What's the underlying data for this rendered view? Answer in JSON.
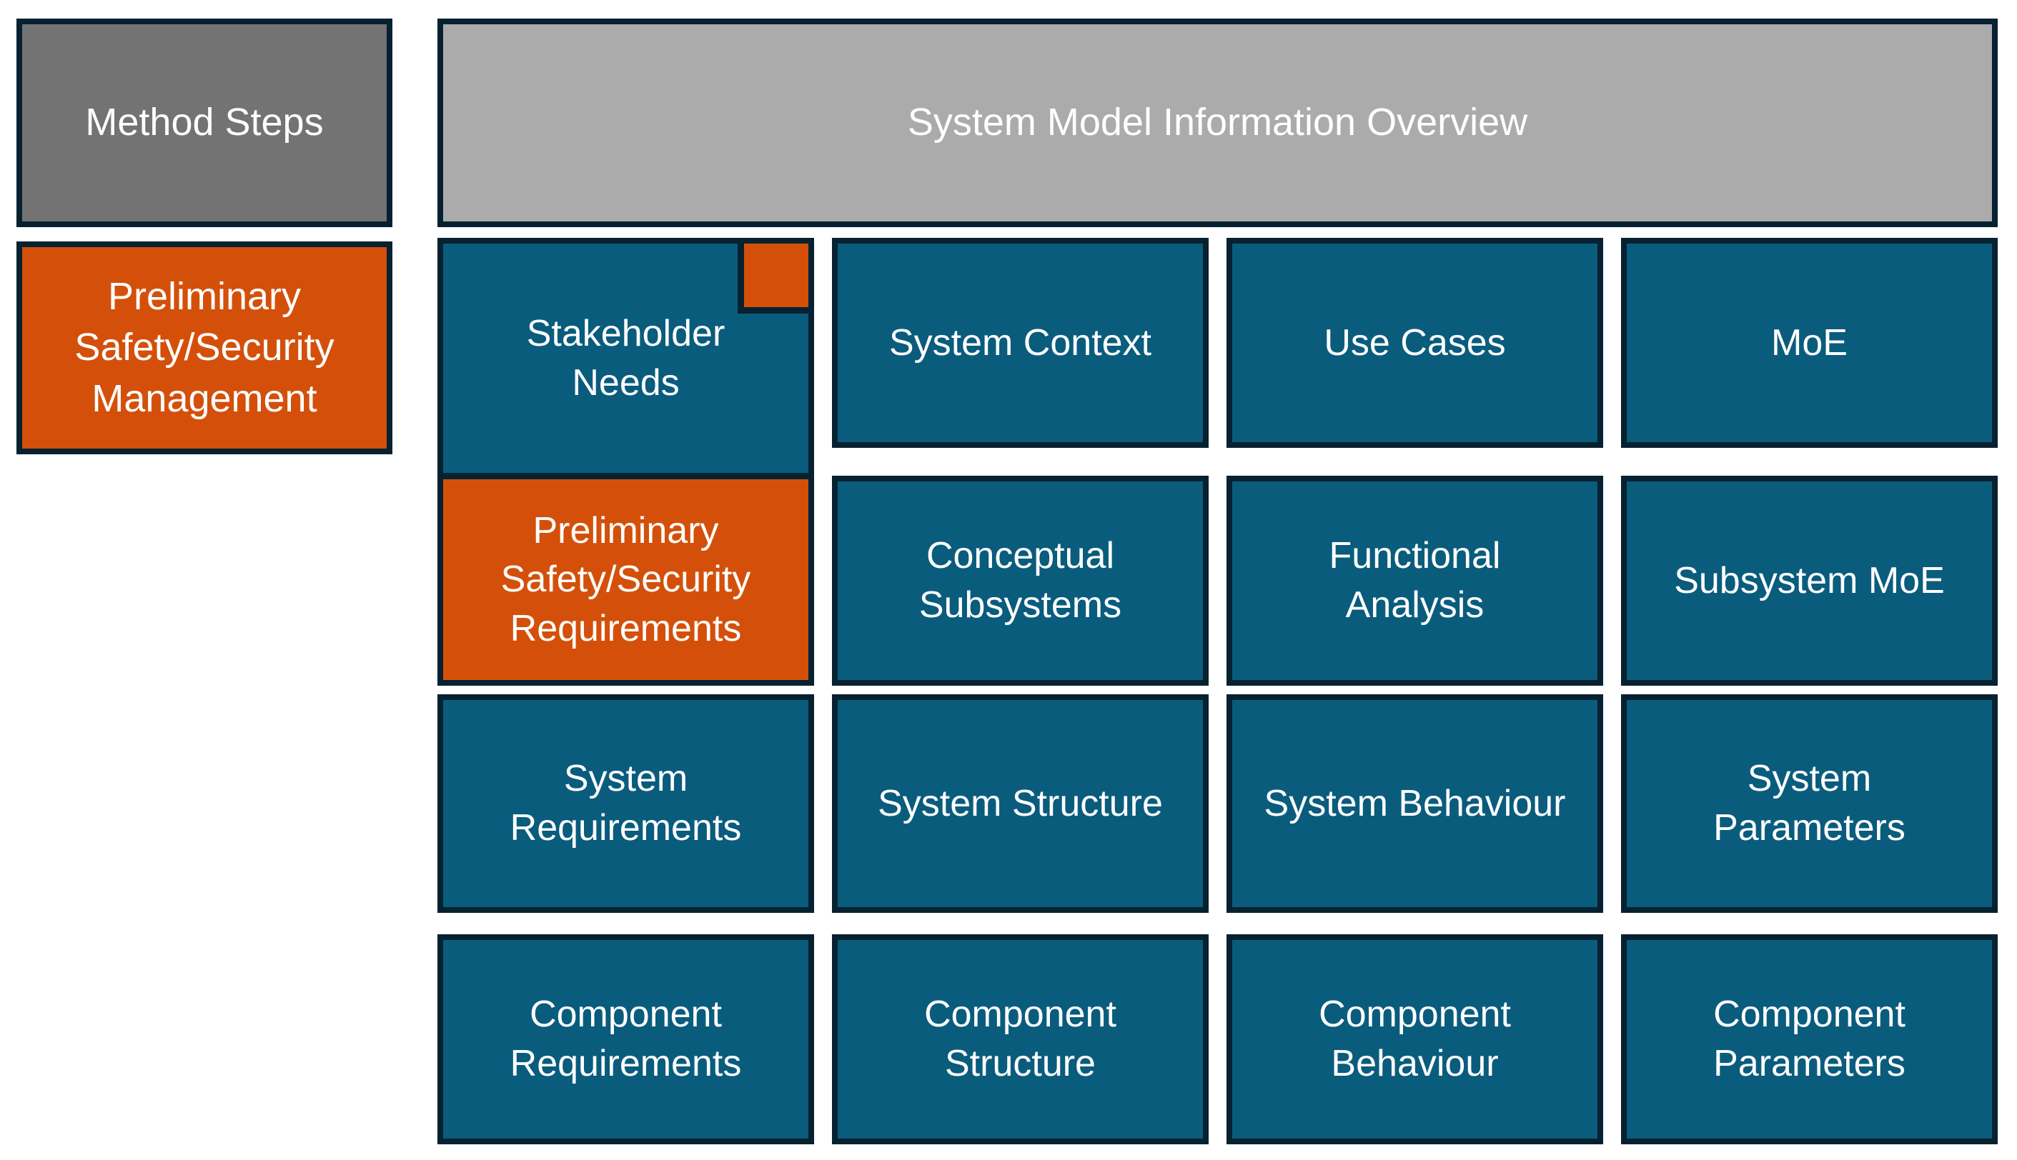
{
  "palette": {
    "teal": "#0A5C7D",
    "orange": "#D4500A",
    "border_navy": "#062130",
    "banner_gray": "#ABABAB",
    "method_gray": "#737373",
    "text_white": "#FFFFFF"
  },
  "method_column": {
    "header": "Method Steps",
    "current_step": "Preliminary\nSafety/Security\nManagement"
  },
  "overview": {
    "header": "System Model Information Overview"
  },
  "grid": {
    "rows": [
      {
        "cells": [
          {
            "label": "Stakeholder\nNeeds",
            "highlighted": false,
            "corner_marker": true
          },
          {
            "label": "System Context",
            "highlighted": false
          },
          {
            "label": "Use Cases",
            "highlighted": false
          },
          {
            "label": "MoE",
            "highlighted": false
          }
        ]
      },
      {
        "cells": [
          {
            "label": "Preliminary\nSafety/Security\nRequirements",
            "highlighted": true
          },
          {
            "label": "Conceptual\nSubsystems",
            "highlighted": false
          },
          {
            "label": "Functional\nAnalysis",
            "highlighted": false
          },
          {
            "label": "Subsystem MoE",
            "highlighted": false
          }
        ]
      },
      {
        "cells": [
          {
            "label": "System\nRequirements",
            "highlighted": false
          },
          {
            "label": "System Structure",
            "highlighted": false
          },
          {
            "label": "System Behaviour",
            "highlighted": false
          },
          {
            "label": "System\nParameters",
            "highlighted": false
          }
        ]
      },
      {
        "cells": [
          {
            "label": "Component\nRequirements",
            "highlighted": false
          },
          {
            "label": "Component\nStructure",
            "highlighted": false
          },
          {
            "label": "Component\nBehaviour",
            "highlighted": false
          },
          {
            "label": "Component\nParameters",
            "highlighted": false
          }
        ]
      }
    ]
  }
}
